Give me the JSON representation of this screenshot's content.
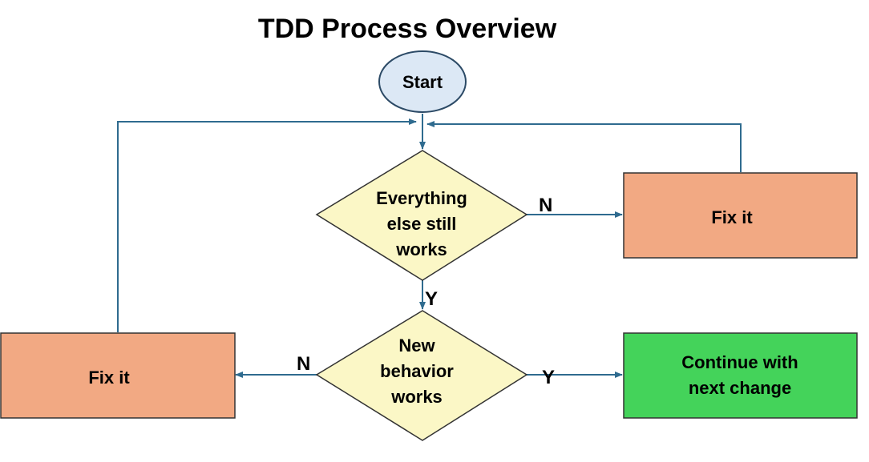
{
  "title": "TDD Process Overview",
  "nodes": {
    "start": {
      "label": "Start"
    },
    "decision_everything": {
      "lines": [
        "Everything",
        "else still",
        "works"
      ]
    },
    "decision_new": {
      "lines": [
        "New",
        "behavior",
        "works"
      ]
    },
    "fix_right": {
      "label": "Fix it"
    },
    "fix_left": {
      "label": "Fix it"
    },
    "continue": {
      "lines": [
        "Continue with",
        "next change"
      ]
    }
  },
  "edges": {
    "everything_no": "N",
    "everything_yes": "Y",
    "new_no": "N",
    "new_yes": "Y"
  },
  "colors": {
    "start_fill": "#dce8f5",
    "start_stroke": "#2c4a66",
    "decision_fill": "#fbf7c6",
    "decision_stroke": "#333333",
    "fix_fill": "#f2a983",
    "continue_fill": "#44d35a",
    "box_stroke": "#333333",
    "arrow": "#2f6b8f"
  }
}
